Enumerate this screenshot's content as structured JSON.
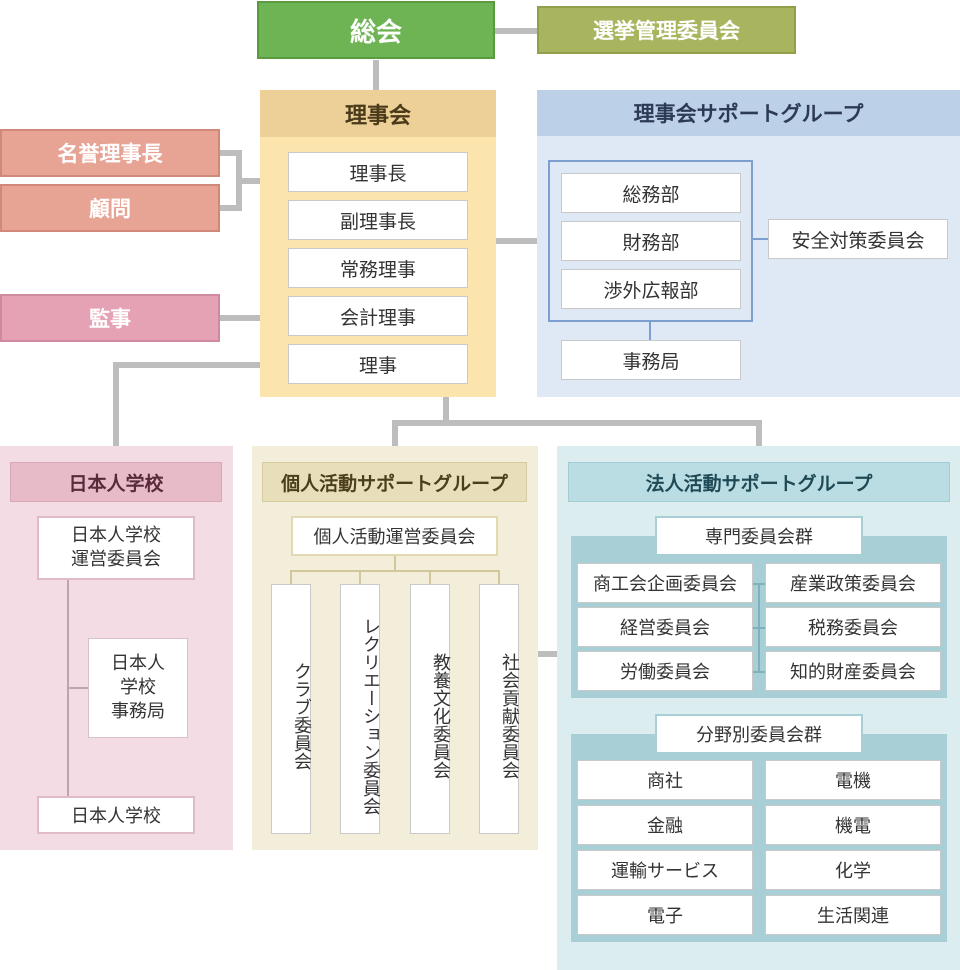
{
  "top": {
    "general_assembly": "総会",
    "election_committee": "選挙管理委員会"
  },
  "left": {
    "honorary_chairman": "名誉理事長",
    "advisor": "顧問",
    "auditor": "監事"
  },
  "board": {
    "title": "理事会",
    "members": [
      "理事長",
      "副理事長",
      "常務理事",
      "会計理事",
      "理事"
    ]
  },
  "board_support": {
    "title": "理事会サポートグループ",
    "departments": [
      "総務部",
      "財務部",
      "渉外広報部"
    ],
    "secretariat": "事務局",
    "safety_committee": "安全対策委員会"
  },
  "school": {
    "title": "日本人学校",
    "management": "日本人学校\n運営委員会",
    "office": "日本人\n学校\n事務局",
    "school": "日本人学校"
  },
  "personal": {
    "title": "個人活動サポートグループ",
    "committee": "個人活動運営委員会",
    "sub": [
      "クラブ委員会",
      "レクリエーション委員会",
      "教養文化委員会",
      "社会貢献委員会"
    ]
  },
  "corporate": {
    "title": "法人活動サポートグループ",
    "specialized_title": "専門委員会群",
    "specialized_left": [
      "商工会企画委員会",
      "経営委員会",
      "労働委員会"
    ],
    "specialized_right": [
      "産業政策委員会",
      "税務委員会",
      "知的財産委員会"
    ],
    "sector_title": "分野別委員会群",
    "sector_left": [
      "商社",
      "金融",
      "運輸サービス",
      "電子"
    ],
    "sector_right": [
      "電機",
      "機電",
      "化学",
      "生活関連"
    ]
  }
}
